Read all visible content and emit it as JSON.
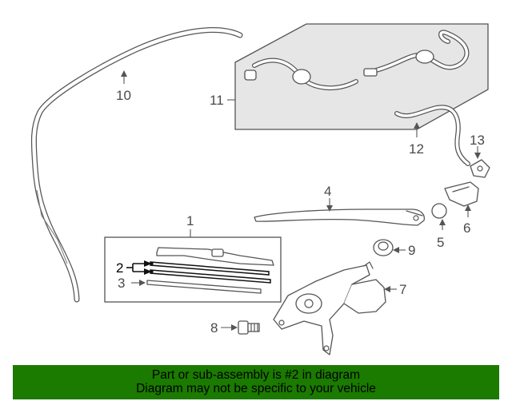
{
  "callouts": {
    "c1": "1",
    "c2": "2",
    "c3": "3",
    "c4": "4",
    "c5": "5",
    "c6": "6",
    "c7": "7",
    "c8": "8",
    "c9": "9",
    "c10": "10",
    "c11": "11",
    "c12": "12",
    "c13": "13"
  },
  "banner": {
    "line1": "Part or sub-assembly is #2 in diagram",
    "line2": "Diagram may not be specific to your vehicle",
    "background_color": "#1b7a00"
  }
}
